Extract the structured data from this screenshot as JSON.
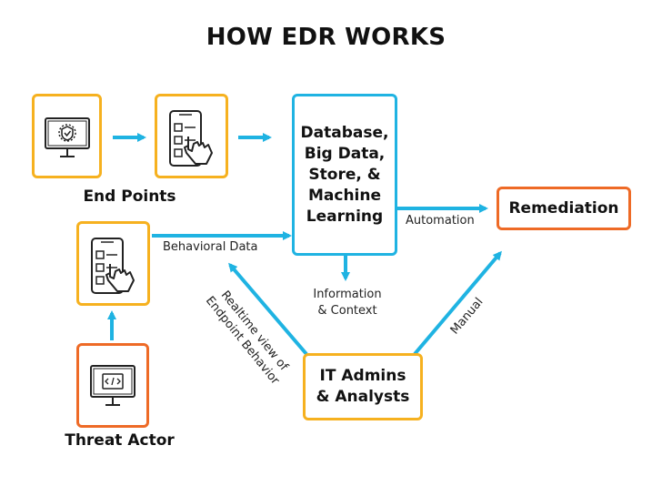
{
  "title": "HOW EDR WORKS",
  "nodes": {
    "end_points_label": "End Points",
    "database": [
      "Database,",
      "Big Data,",
      "Store, &",
      "Machine",
      "Learning"
    ],
    "remediation": "Remediation",
    "it_admins": [
      "IT Admins",
      "& Analysts"
    ],
    "threat_actor_label": "Threat Actor"
  },
  "edges": {
    "behavioral_data": "Behavioral Data",
    "automation": "Automation",
    "information_context": [
      "Information",
      "& Context"
    ],
    "realtime_view": [
      "Realtime view of",
      "Endpoint Behavior"
    ],
    "manual": "Manual"
  },
  "icons": [
    "monitor-shield-icon",
    "phone-touch-icon",
    "phone-touch-icon",
    "monitor-code-icon"
  ],
  "colors": {
    "yellow": "#f6b11f",
    "orange": "#ee6a26",
    "blue": "#1fb3e2"
  }
}
